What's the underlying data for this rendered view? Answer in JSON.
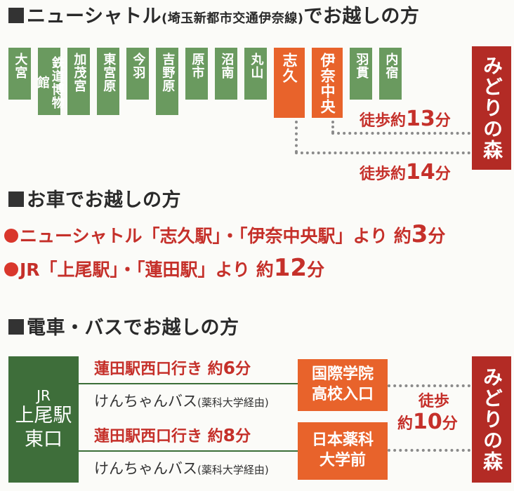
{
  "sections": {
    "shuttle": {
      "title": "ニューシャトル",
      "subtitle": "(埼玉新都市交通伊奈線)",
      "suffix": "でお越しの方"
    },
    "car": {
      "title": "お車でお越しの方"
    },
    "train_bus": {
      "title": "電車・バスでお越しの方"
    }
  },
  "shuttle_stations": [
    {
      "label": "大宮",
      "highlight": false
    },
    {
      "label": "鉄道博物館",
      "highlight": false
    },
    {
      "label": "加茂宮",
      "highlight": false
    },
    {
      "label": "東宮原",
      "highlight": false
    },
    {
      "label": "今羽",
      "highlight": false
    },
    {
      "label": "吉野原",
      "highlight": false
    },
    {
      "label": "原市",
      "highlight": false
    },
    {
      "label": "沼南",
      "highlight": false
    },
    {
      "label": "丸山",
      "highlight": false
    },
    {
      "label": "志久",
      "highlight": true
    },
    {
      "label": "伊奈中央",
      "highlight": true
    },
    {
      "label": "羽貫",
      "highlight": false
    },
    {
      "label": "内宿",
      "highlight": false
    }
  ],
  "destination": "みどりの森",
  "walk_shuttle_1": {
    "prefix": "徒歩約",
    "num": "13",
    "unit": "分"
  },
  "walk_shuttle_2": {
    "prefix": "徒歩約",
    "num": "14",
    "unit": "分"
  },
  "car_lines": [
    {
      "text": "ニューシャトル「志久駅」・「伊奈中央駅」より 約",
      "num": "3",
      "unit": "分"
    },
    {
      "text": "JR「上尾駅」・「蓮田駅」より 約",
      "num": "12",
      "unit": "分"
    }
  ],
  "jr_box": {
    "line1": "JR",
    "line2": "上尾駅",
    "line3": "東口"
  },
  "routes": [
    {
      "label": "蓮田駅西口行き 約",
      "num": "6",
      "unit": "分",
      "bus": "けんちゃんバス",
      "bus_note": "(薬科大学経由)",
      "stop": [
        "国際学院",
        "高校入口"
      ]
    },
    {
      "label": "蓮田駅西口行き 約",
      "num": "8",
      "unit": "分",
      "bus": "けんちゃんバス",
      "bus_note": "(薬科大学経由)",
      "stop": [
        "日本薬科",
        "大学前"
      ]
    }
  ],
  "walk_bus": {
    "line1": "徒歩",
    "prefix": "約",
    "num": "10",
    "unit": "分"
  },
  "colors": {
    "station": "#6a9a5f",
    "highlight": "#e8632b",
    "destination": "#b32b25",
    "text_red": "#c5302a",
    "jr": "#3e6e3a"
  }
}
